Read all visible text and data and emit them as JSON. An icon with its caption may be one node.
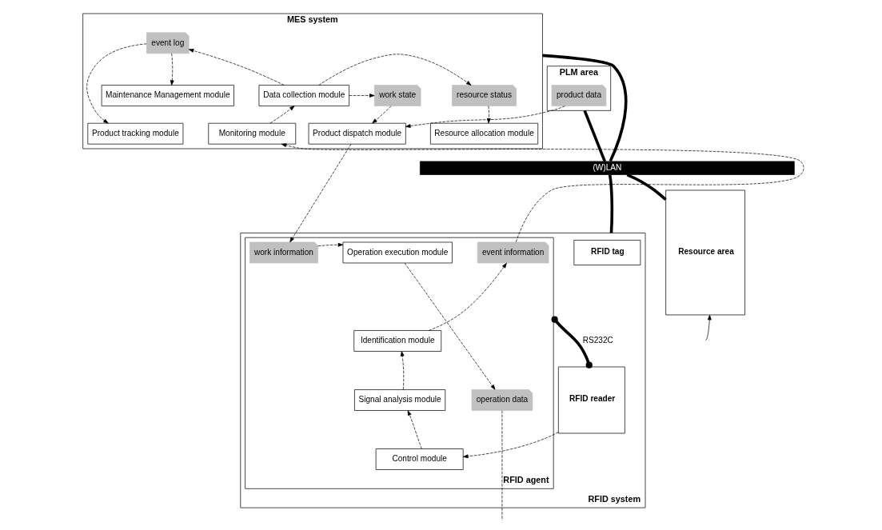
{
  "diagram": {
    "nodes": [
      {
        "text": [
          "MES system"
        ]
      },
      {
        "text": [
          "event log"
        ],
        "in": 0
      },
      {
        "text": [
          "Maintenance Management module"
        ],
        "in": 0
      },
      {
        "text": [
          "Data collection module"
        ],
        "in": 0
      },
      {
        "text": [
          "resource status"
        ],
        "in": 0
      },
      {
        "text": [
          "work state"
        ],
        "in": 0
      },
      {
        "text": [
          "Product tracking module"
        ],
        "in": 0
      },
      {
        "text": [
          "Monitoring module"
        ],
        "in": 0
      },
      {
        "text": [
          "Resource allocation module"
        ],
        "in": 0
      },
      {
        "text": [
          "Product dispatch module"
        ],
        "in": 0
      },
      {
        "text": [
          "PLM area"
        ]
      },
      {
        "text": [
          "product data"
        ],
        "in": 10
      },
      {
        "text": [
          "(W)LAN"
        ]
      },
      {
        "text": [
          "Resource area"
        ]
      },
      {
        "text": [
          "RFID system"
        ]
      },
      {
        "text": [
          "RFID tag"
        ],
        "in": 14
      },
      {
        "text": [
          "RFID reader"
        ],
        "in": 14
      },
      {
        "text": [
          "RFID agent"
        ],
        "in": 14
      },
      {
        "text": [
          "event information"
        ],
        "in": 17
      },
      {
        "text": [
          "Operation execution module"
        ],
        "in": 17
      },
      {
        "text": [
          "work information"
        ],
        "in": 17
      },
      {
        "text": [
          "Identification module"
        ],
        "in": 17
      },
      {
        "text": [
          "Signal analysis module"
        ],
        "in": 17
      },
      {
        "text": [
          "operation data"
        ],
        "in": 17
      },
      {
        "text": [
          "Control module"
        ],
        "in": 17
      }
    ],
    "edges": [
      {
        "from": 3,
        "to": 1,
        "arrow": "to",
        "style": "dashed"
      },
      {
        "from": 3,
        "to": 4,
        "arrow": "to",
        "style": "dashed"
      },
      {
        "from": 3,
        "to": 5,
        "arrow": "to",
        "style": "dashed"
      },
      {
        "from": 1,
        "to": 2,
        "arrow": "to",
        "style": "dashed"
      },
      {
        "from": 1,
        "to": 6,
        "arrow": "to",
        "style": "dashed"
      },
      {
        "from": 7,
        "to": 3,
        "arrow": "to",
        "style": "dashed"
      },
      {
        "from": 4,
        "to": 8,
        "arrow": "to",
        "style": "dashed"
      },
      {
        "from": 5,
        "to": 9,
        "arrow": "to",
        "style": "dashed"
      },
      {
        "from": 11,
        "to": 9,
        "arrow": "to",
        "style": "dashed"
      },
      {
        "from": 0,
        "to": 12,
        "arrow": "none",
        "style": "thick"
      },
      {
        "from": 10,
        "to": 12,
        "arrow": "none",
        "style": "thick"
      },
      {
        "from": 12,
        "to": 13,
        "arrow": "none",
        "style": "thick"
      },
      {
        "from": 12,
        "to": 14,
        "arrow": "none",
        "style": "thick"
      },
      {
        "from": 18,
        "to": 7,
        "arrow": "to",
        "style": "dashed"
      },
      {
        "from": 9,
        "to": 20,
        "arrow": "to",
        "style": "dashed"
      },
      {
        "from": 20,
        "to": 19,
        "arrow": "to",
        "style": "dashed"
      },
      {
        "from": 19,
        "to": 23,
        "arrow": "to",
        "style": "dashed"
      },
      {
        "from": 21,
        "to": 18,
        "arrow": "to",
        "style": "dashed"
      },
      {
        "from": 22,
        "to": 21,
        "arrow": "to",
        "style": "dashed"
      },
      {
        "from": 24,
        "to": 22,
        "arrow": "to",
        "style": "dashed"
      },
      {
        "from": 16,
        "to": 24,
        "arrow": "to",
        "style": "dashed"
      },
      {
        "from": 16,
        "to": 17,
        "arrow": "other",
        "style": "thick",
        "label": "RS232C"
      },
      {
        "from": 23,
        "to": null,
        "arrow": "none",
        "style": "dashed"
      },
      {
        "from": null,
        "to": 13,
        "arrow": "to"
      }
    ]
  }
}
